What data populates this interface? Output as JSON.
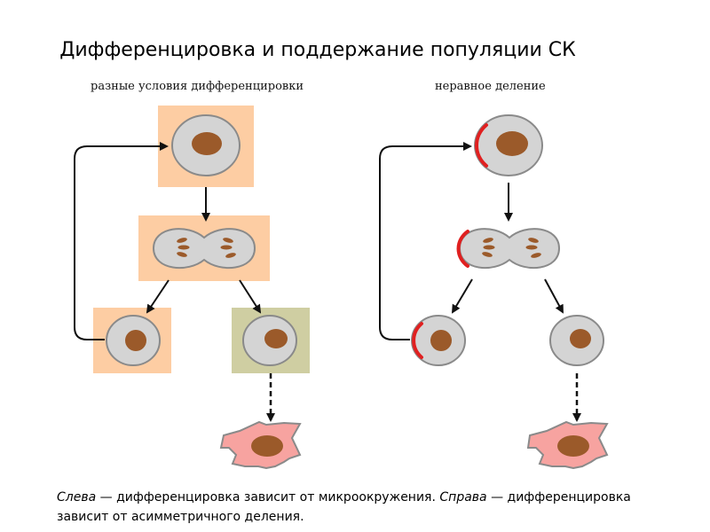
{
  "title": "Дифференцировка и поддержание популяции СК",
  "left_panel": {
    "label": "разные условия дифференцировки"
  },
  "right_panel": {
    "label": "неравное деление"
  },
  "caption": {
    "left_em": "Слева",
    "left_text": " — дифференцировка зависит от микроокружения. ",
    "right_em": "Справа",
    "right_text": " — дифференцировка зависит от асимметричного деления."
  },
  "colors": {
    "niche": "#fdcda3",
    "niche_differentiating": "#cfcea2",
    "cell": "#d4d4d4",
    "nucleus": "#9b5a2a",
    "differentiated_cell": "#f7a3a0",
    "polarity_marker": "#e02020"
  }
}
